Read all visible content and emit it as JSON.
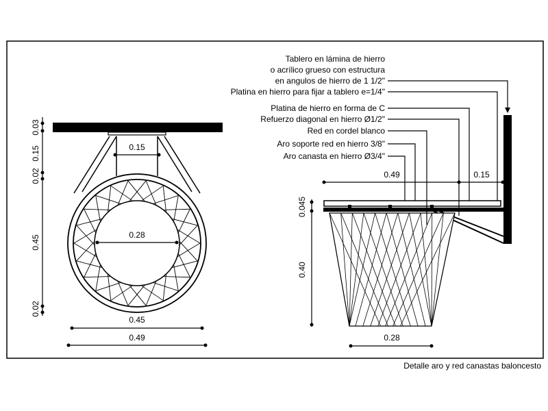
{
  "caption": "Detalle aro y red canastas baloncesto",
  "callouts": {
    "tablero": [
      "Tablero en lámina de hierro",
      "o acrílico grueso con estructura",
      "en angulos de hierro de 1  1/2\""
    ],
    "platina_fijar": "Platina en hierro para fijar a tablero e=1/4\"",
    "platina_c": "Platina de hierro en forma de C",
    "refuerzo": "Refuerzo diagonal en hierro Ø1/2\"",
    "red": "Red en cordel blanco",
    "aro_soporte": "Aro soporte red en hierro 3/8\"",
    "aro_canasta": "Aro canasta en hierro Ø3/4\""
  },
  "plan_view": {
    "dim_vertical": [
      "0.03",
      "0.15",
      "0.02",
      "0.45",
      "0.02"
    ],
    "dim_bracket": "0.15",
    "dim_inner": "0.28",
    "dim_ring": "0.45",
    "dim_total": "0.49"
  },
  "elevation_view": {
    "dim_ring": "0.49",
    "dim_bracket": "0.15",
    "dim_height_top": "0.045",
    "dim_height_net": "0.40",
    "dim_bottom": "0.28"
  }
}
